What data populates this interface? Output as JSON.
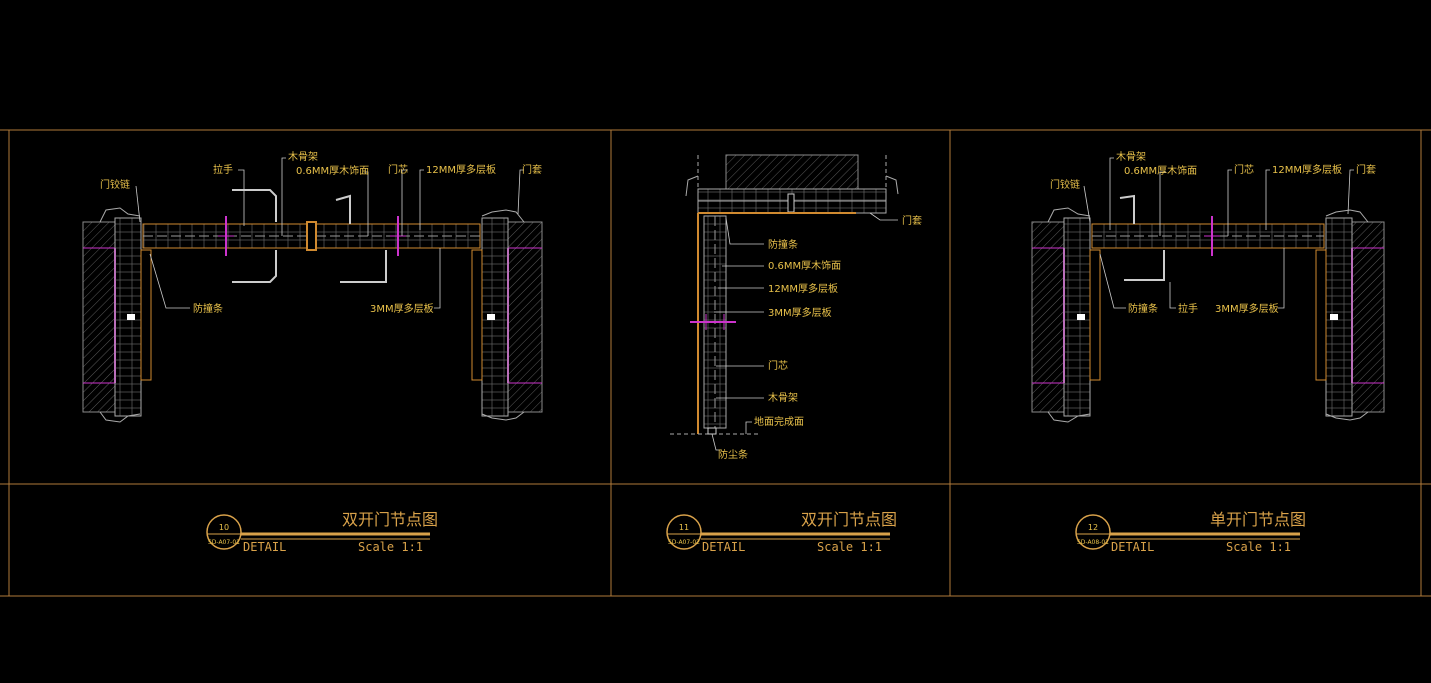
{
  "colors": {
    "background": "#000000",
    "frame": "#b07a3a",
    "label": "#e8c14a",
    "wall": "#8a8a8a",
    "accent": "#cc33cc",
    "trim": "#d08a30"
  },
  "panels": [
    {
      "number": "10",
      "sheet": "SD-A07-01",
      "title": "双开门节点图",
      "detail": "DETAIL",
      "scale": "Scale 1:1",
      "labels": {
        "hinge": "门铰链",
        "handle": "拉手",
        "wood_frame": "木骨架",
        "veneer": "0.6MM厚木饰面",
        "core": "门芯",
        "ply12": "12MM厚多层板",
        "casing": "门套",
        "bumper": "防撞条",
        "ply3": "3MM厚多层板"
      }
    },
    {
      "number": "11",
      "sheet": "SD-A07-02",
      "title": "双开门节点图",
      "detail": "DETAIL",
      "scale": "Scale 1:1",
      "labels": {
        "casing": "门套",
        "bumper": "防撞条",
        "veneer": "0.6MM厚木饰面",
        "ply12": "12MM厚多层板",
        "ply3": "3MM厚多层板",
        "core": "门芯",
        "wood_frame": "木骨架",
        "floor": "地面完成面",
        "dust": "防尘条"
      }
    },
    {
      "number": "12",
      "sheet": "SD-A08-01",
      "title": "单开门节点图",
      "detail": "DETAIL",
      "scale": "Scale 1:1",
      "labels": {
        "hinge": "门铰链",
        "wood_frame": "木骨架",
        "veneer": "0.6MM厚木饰面",
        "core": "门芯",
        "ply12": "12MM厚多层板",
        "casing": "门套",
        "bumper": "防撞条",
        "handle": "拉手",
        "ply3": "3MM厚多层板"
      }
    }
  ]
}
